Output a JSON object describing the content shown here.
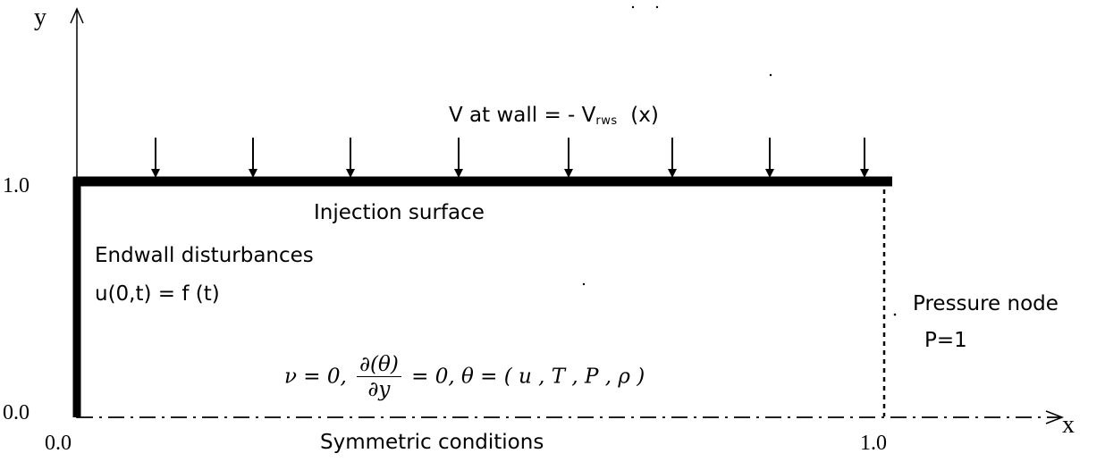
{
  "axes": {
    "x_name": "x",
    "y_name": "y",
    "x_tick_start": "0.0",
    "x_tick_end": "1.0",
    "y_tick_start": "0.0",
    "y_tick_end": "1.0"
  },
  "top_wall": {
    "label_prefix": "V at wall = - V",
    "label_subscript": "rws",
    "label_suffix": "(x)",
    "surface_label": "Injection surface",
    "arrow_count": 8
  },
  "endwall": {
    "title": "Endwall disturbances",
    "condition": "u(0,t) = f (t)"
  },
  "outlet": {
    "title": "Pressure node",
    "condition": "P=1"
  },
  "bottom": {
    "symmetry_label": "Symmetric  conditions",
    "eq_v": "ν  = 0,",
    "eq_num": "∂(θ)",
    "eq_den": "∂y",
    "eq_rest": "= 0, θ = ( u  , T , P , ρ )"
  }
}
